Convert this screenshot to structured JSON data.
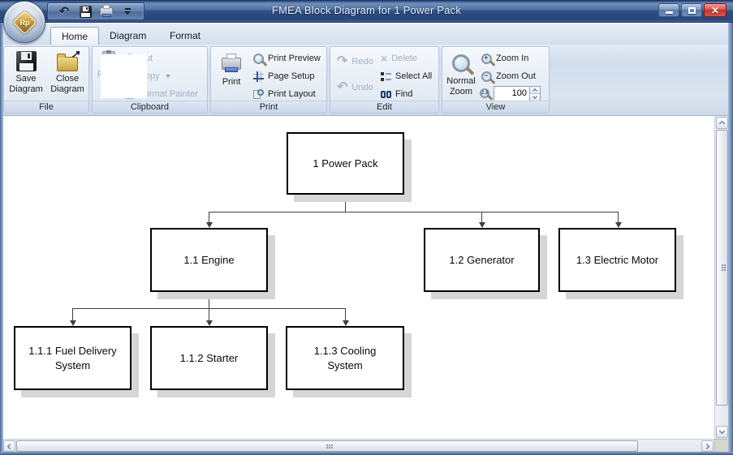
{
  "window": {
    "title": "FMEA Block Diagram for 1 Power Pack"
  },
  "app_button": {
    "logo_text": "Rp"
  },
  "icons": {
    "undo": "↶",
    "redo": "↷",
    "folder_arrow": "↗",
    "close": "✕",
    "delete": "×",
    "plus": "+",
    "minus": "−"
  },
  "tabs": [
    {
      "label": "Home"
    },
    {
      "label": "Diagram"
    },
    {
      "label": "Format"
    }
  ],
  "ribbon": {
    "file": {
      "label": "File",
      "save": "Save Diagram",
      "close": "Close Diagram"
    },
    "clipboard": {
      "label": "Clipboard",
      "paste": "Paste",
      "cut": "Cut",
      "copy": "Copy",
      "format_painter": "Format Painter"
    },
    "print": {
      "label": "Print",
      "print": "Print",
      "preview": "Print Preview",
      "page_setup": "Page Setup",
      "layout": "Print Layout"
    },
    "edit": {
      "label": "Edit",
      "redo": "Redo",
      "undo": "Undo",
      "delete": "Delete",
      "select_all": "Select All",
      "find": "Find"
    },
    "view": {
      "label": "View",
      "normal_zoom": "Normal Zoom",
      "zoom_in": "Zoom In",
      "zoom_out": "Zoom Out",
      "zoom_pct_icon": "1.5",
      "zoom_value": "100"
    }
  },
  "diagram": {
    "nodes": [
      {
        "label": "1 Power Pack"
      },
      {
        "label": "1.1 Engine"
      },
      {
        "label": "1.2 Generator"
      },
      {
        "label": "1.3 Electric Motor"
      },
      {
        "label": "1.1.1 Fuel Delivery System"
      },
      {
        "label": "1.1.2 Starter"
      },
      {
        "label": "1.1.3 Cooling System"
      }
    ]
  },
  "colors": {
    "title_bar": "#2e5187",
    "close_button": "#c03631",
    "disabled_text": "#a1b1c6",
    "box_border": "#000000",
    "connector": "#3f3f3f",
    "shadow": "#d6d6d6"
  }
}
